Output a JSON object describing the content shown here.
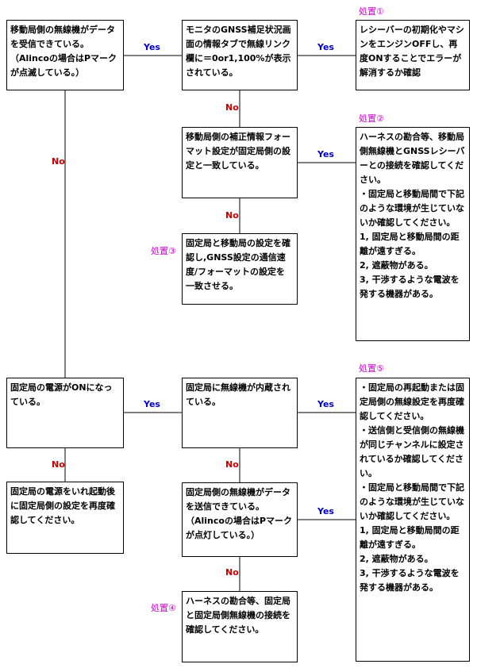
{
  "colors": {
    "yes": "#0000cc",
    "no": "#cc0000",
    "tag": "#cc00cc",
    "line": "#000000"
  },
  "boxes": {
    "b1": "移動局側の無線機がデータを受信できている。\n（Alincoの場合はPマークが点滅している。）",
    "b2": "モニタのGNSS補足状況画面の情報タブで無線リンク欄に＝0or1,100%が表示されている。",
    "b3": "レシーバーの初期化やマシンをエンジンOFFし、再度ONすることでエラーが解消するか確認",
    "b4": "移動局側の補正情報フォーマット設定が固定局側の設定と一致している。",
    "b5": "ハーネスの勘合等、移動局側無線機とGNSSレシーバーとの接続を確認してください。\n・固定局と移動局間で下記のような環境が生じていないか確認してください。\n1, 固定局と移動局間の距離が遠すぎる。\n2, 遮蔽物がある。\n3, 干渉するような電波を発する機器がある。",
    "b6": "固定局と移動局の設定を確認し,GNSS設定の通信速度/フォーマットの設定を一致させる。",
    "b7": "固定局の電源がONになっている。",
    "b8": "固定局に無線機が内蔵されている。",
    "b9": "・固定局の再起動または固定局側の無線設定を再度確認してください。\n・送信側と受信側の無線機が同じチャンネルに設定されているか確認してください。\n・固定局と移動局間で下記のような環境が生じていないか確認してください。\n1, 固定局と移動局間の距離が遠すぎる。\n2, 遮蔽物がある。\n3, 干渉するような電波を発する機器がある。",
    "b10": "固定局の電源をいれ起動後に固定局側の設定を再度確認してください。",
    "b11": "固定局側の無線機がデータを送信できている。\n（Alincoの場合はPマークが点灯している。）",
    "b12": "ハーネスの勘合等、固定局と固定局側無線機の接続を確認してください。"
  },
  "tags": {
    "t1": "処置①",
    "t2": "処置②",
    "t3": "処置③",
    "t4": "処置④",
    "t5": "処置⑤"
  },
  "labels": {
    "yes": "Yes",
    "no": "No"
  }
}
